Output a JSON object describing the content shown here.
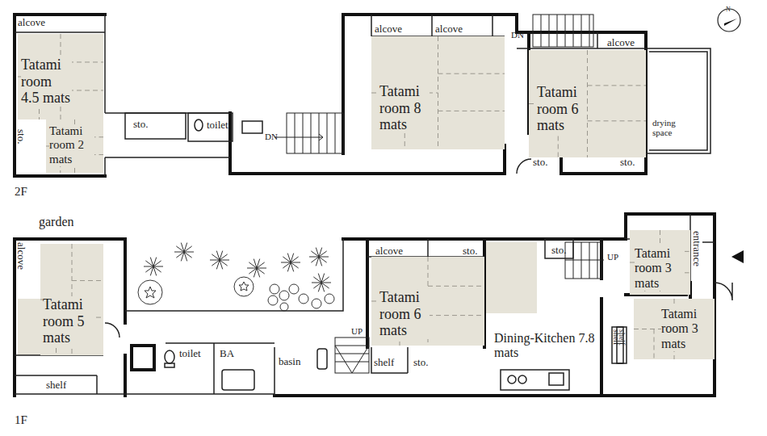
{
  "diagram": {
    "nodes": [
      {
        "text": [
          "Tatami room 4.5 mats"
        ]
      },
      {
        "text": [
          "Tatami room 2 mats"
        ]
      },
      {
        "text": [
          "Tatami room 8 mats"
        ]
      },
      {
        "text": [
          "Tatami room 6 mats"
        ]
      },
      {
        "text": [
          "Tatami room 5 mats"
        ]
      },
      {
        "text": [
          "Tatami room 6 mats"
        ]
      },
      {
        "text": [
          "Tatami room 3 mats"
        ]
      },
      {
        "text": [
          "Tatami room 3 mats"
        ]
      }
    ],
    "labels": [
      "alcove",
      "sto.",
      "sto.",
      "toilet",
      "DN",
      "alcove",
      "alcove",
      "DN",
      "alcove",
      "N",
      "drying space",
      "sto.",
      "sto.",
      "2F",
      "garden",
      "alcove",
      "shelf",
      "toilet",
      "BA",
      "basin",
      "UP",
      "shelf",
      "sto.",
      "alcove",
      "sto.",
      "Dining-Kitchen 7.8 mats",
      "sto.",
      "UP",
      "shelf",
      "shelf",
      "entrance",
      "1F"
    ]
  }
}
